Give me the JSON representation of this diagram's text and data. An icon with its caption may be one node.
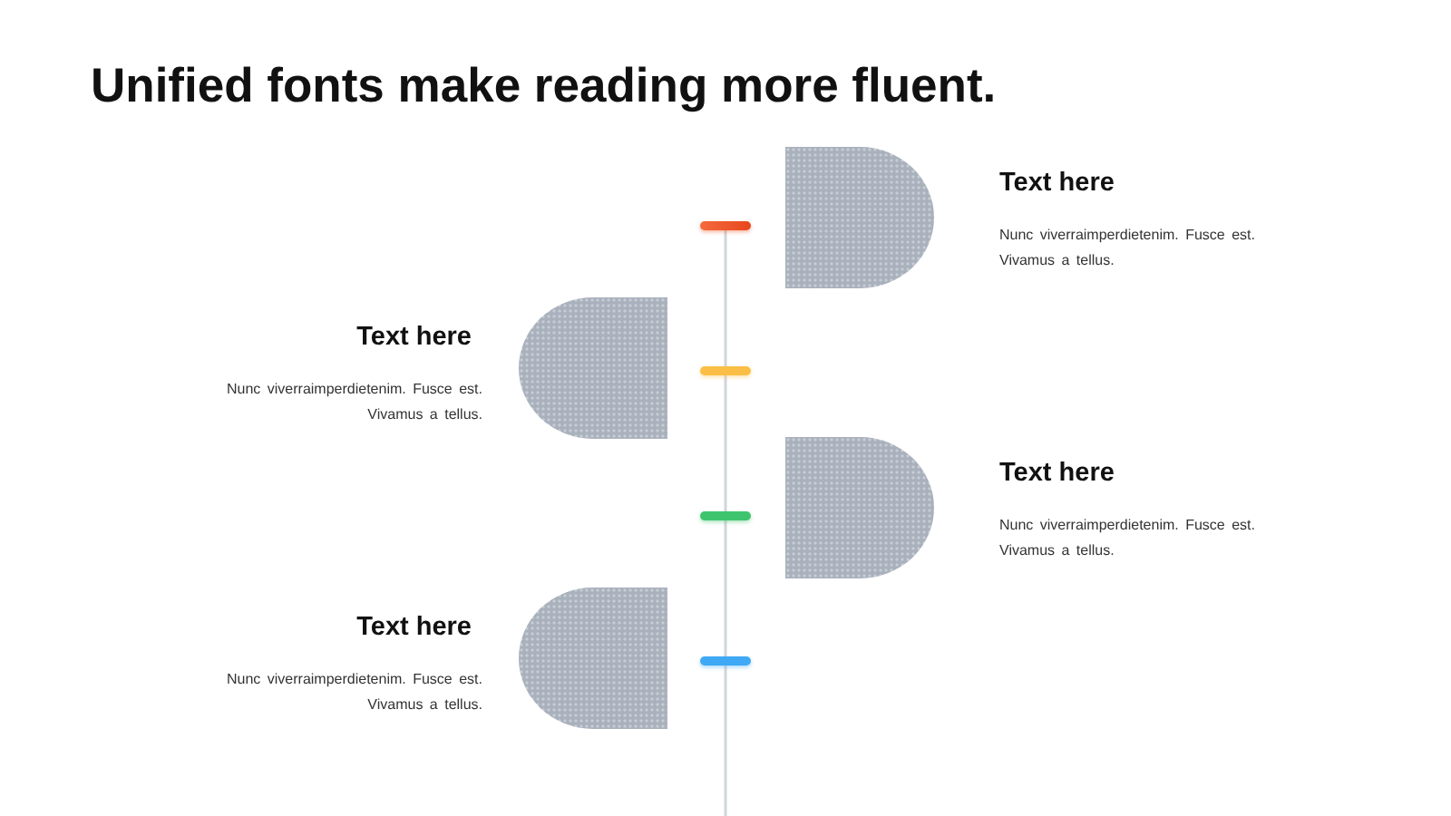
{
  "diagram": {
    "title": "Unified fonts make reading more fluent.",
    "labels": [
      "Text here",
      "Nunc viverraimperdietenim. Fusce est. Vivamus a tellus.",
      "Text here",
      "Nunc viverraimperdietenim. Fusce est. Vivamus a tellus.",
      "Text here",
      "Nunc viverraimperdietenim. Fusce est. Vivamus a tellus.",
      "Text here",
      "Nunc viverraimperdietenim. Fusce est. Vivamus a tellus."
    ]
  }
}
